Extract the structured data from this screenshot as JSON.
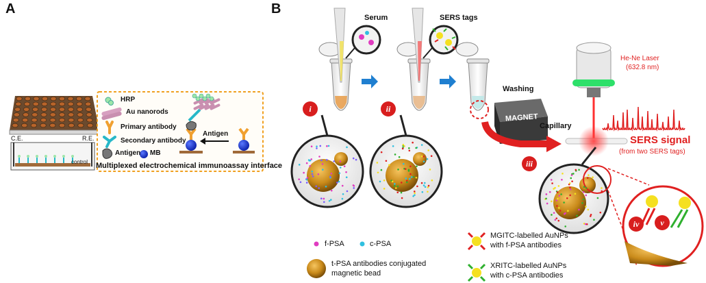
{
  "panel_a": {
    "label": "A",
    "legend": {
      "hrp": "HRP",
      "au_nanorods": "Au nanorods",
      "primary_antibody": "Primary antibody",
      "secondary_antibody": "Secondary antibody",
      "antigen": "Antigen",
      "mb": "MB"
    },
    "arrow_label": "Antigen",
    "electrode_ce": "C.E.",
    "electrode_re": "R.E.",
    "control": "control",
    "caption": "Multiplexed electrochemical immunoassay interface"
  },
  "panel_b": {
    "label": "B",
    "serum": "Serum",
    "sers_tags": "SERS tags",
    "washing": "Washing",
    "magnet": "MAGNET",
    "capillary": "Capillary",
    "laser_line1": "He-Ne Laser",
    "laser_line2": "(632.8 nm)",
    "sers_signal": "SERS signal",
    "sers_sub": "(from two SERS tags)",
    "steps": [
      "i",
      "ii",
      "iii",
      "iv",
      "v"
    ],
    "legend": {
      "f_psa": "f-PSA",
      "c_psa": "c-PSA",
      "bead_line1": "t-PSA antibodies conjugated",
      "bead_line2": "magnetic bead",
      "mgitc_line1": "MGITC-labelled AuNPs",
      "mgitc_line2": "with f-PSA antibodies",
      "xritc_line1": "XRITC-labelled AuNPs",
      "xritc_line2": "with c-PSA antibodies"
    }
  },
  "colors": {
    "accent_red": "#e02020",
    "arrow_blue": "#1f7fd0",
    "bead_gold": "#c98a1a",
    "magnet_gray": "#555555"
  }
}
